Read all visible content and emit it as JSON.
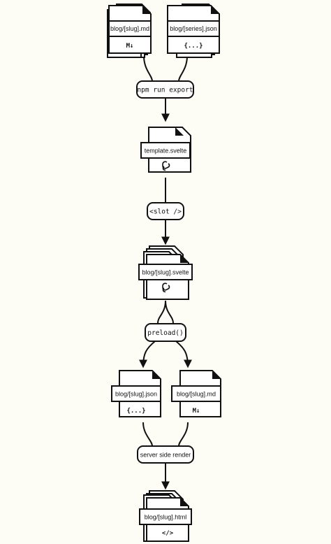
{
  "colors": {
    "background": "#fdfdf6",
    "stroke": "#111111",
    "fill": "#ffffff"
  },
  "nodes": {
    "blog_md": {
      "label": "blog/[slug].md",
      "badge": "M↓",
      "badge_icon": "markdown-icon"
    },
    "series_json": {
      "label": "blog/[series].json",
      "badge": "{...}",
      "badge_icon": "json-braces-icon"
    },
    "template_svelte": {
      "label": "template.svelte",
      "badge_icon": "svelte-icon"
    },
    "slug_svelte": {
      "label": "blog/[slug].svelte",
      "badge_icon": "svelte-icon"
    },
    "slug_json": {
      "label": "blog/[slug].json",
      "badge": "{...}",
      "badge_icon": "json-braces-icon"
    },
    "slug_md": {
      "label": "blog/[slug].md",
      "badge": "M↓",
      "badge_icon": "markdown-icon"
    },
    "slug_html": {
      "label": "blog/[slug].html",
      "badge": "</>",
      "badge_icon": "html-code-icon"
    }
  },
  "steps": {
    "export": "npm run export",
    "slot": "<slot />",
    "preload": "preload()",
    "ssr": "server side render"
  }
}
